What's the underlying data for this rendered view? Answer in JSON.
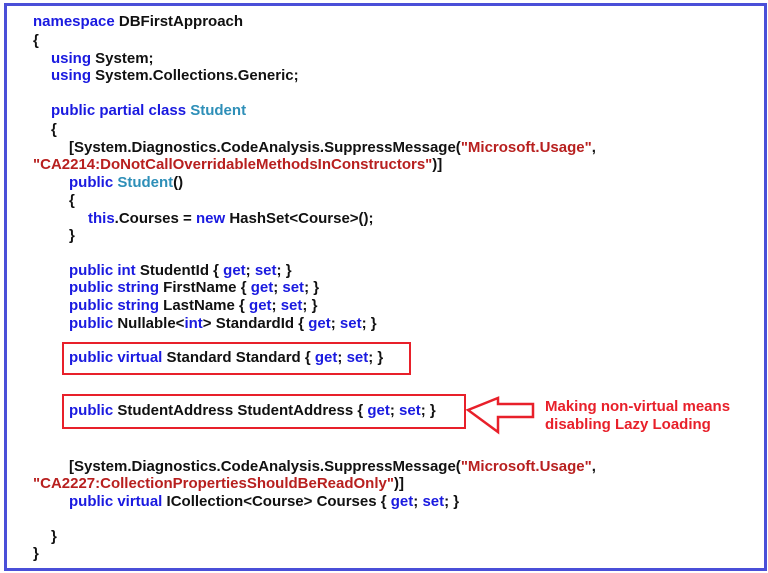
{
  "code_lines": {
    "l1": {
      "kw": "namespace",
      "rest": " DBFirstApproach"
    },
    "l2": "{",
    "l3": {
      "kw": "using",
      "rest": " System;"
    },
    "l4": {
      "kw": "using",
      "rest": " System.Collections.Generic;"
    },
    "l5": {
      "kw": "public partial class",
      "type": "Student"
    },
    "l6": "{",
    "l7": {
      "pre": "[System.Diagnostics.CodeAnalysis.SuppressMessage(",
      "str": "\"Microsoft.Usage\"",
      "post": ","
    },
    "l8": {
      "str": "\"CA2214:DoNotCallOverridableMethodsInConstructors\"",
      "post": ")]"
    },
    "l9": {
      "kw": "public",
      "type": "Student",
      "post": "()"
    },
    "l10": "{",
    "l11": {
      "kw": "this",
      "mid": ".Courses = ",
      "kw2": "new",
      "rest": " HashSet<Course>();"
    },
    "l12": "}",
    "l13": {
      "kw": "public int",
      "rest": " StudentId { ",
      "get": "get",
      "sep": "; ",
      "set": "set",
      "end": "; }"
    },
    "l14": {
      "kw": "public string",
      "rest": " FirstName { ",
      "get": "get",
      "sep": "; ",
      "set": "set",
      "end": "; }"
    },
    "l15": {
      "kw": "public string",
      "rest": " LastName { ",
      "get": "get",
      "sep": "; ",
      "set": "set",
      "end": "; }"
    },
    "l16": {
      "kw": "public",
      "mid": " Nullable<",
      "kw2": "int",
      "rest": "> StandardId { ",
      "get": "get",
      "sep": "; ",
      "set": "set",
      "end": "; }"
    },
    "l17": {
      "kw": "public virtual",
      "rest": " Standard Standard { ",
      "get": "get",
      "sep": "; ",
      "set": "set",
      "end": "; }"
    },
    "l18": {
      "kw": "public",
      "rest": " StudentAddress StudentAddress { ",
      "get": "get",
      "sep": "; ",
      "set": "set",
      "end": "; }"
    },
    "l19": {
      "pre": "[System.Diagnostics.CodeAnalysis.SuppressMessage(",
      "str": "\"Microsoft.Usage\"",
      "post": ","
    },
    "l20": {
      "str": "\"CA2227:CollectionPropertiesShouldBeReadOnly\"",
      "post": ")]"
    },
    "l21": {
      "kw": "public virtual",
      "rest": " ICollection<Course> Courses { ",
      "get": "get",
      "sep": "; ",
      "set": "set",
      "end": "; }"
    },
    "l22": "}",
    "l23": "}"
  },
  "annotation": {
    "line1": "Making non-virtual means",
    "line2": "disabling Lazy Loading"
  },
  "colors": {
    "frame": "#4a4fd8",
    "keyword": "#1a1ae0",
    "type": "#2e8fb8",
    "string": "#b8201f",
    "highlight": "#e8202a"
  }
}
